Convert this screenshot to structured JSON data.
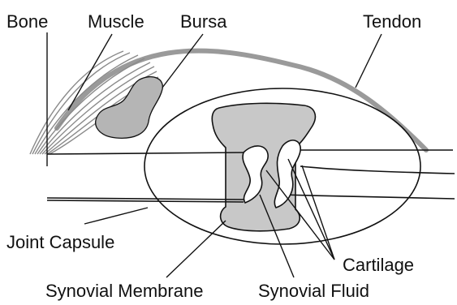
{
  "labels": {
    "bone": "Bone",
    "muscle": "Muscle",
    "bursa": "Bursa",
    "tendon": "Tendon",
    "joint_capsule": "Joint Capsule",
    "synovial_membrane": "Synovial Membrane",
    "synovial_fluid": "Synovial Fluid",
    "cartilage": "Cartilage"
  },
  "colors": {
    "ink": "#111111",
    "tendon": "#9a9a9a",
    "muscle_fibers": "#8a8a8a",
    "synovial_fluid": "#c8c8c8",
    "bursa": "#b5b5b5",
    "cartilage": "#ffffff"
  }
}
